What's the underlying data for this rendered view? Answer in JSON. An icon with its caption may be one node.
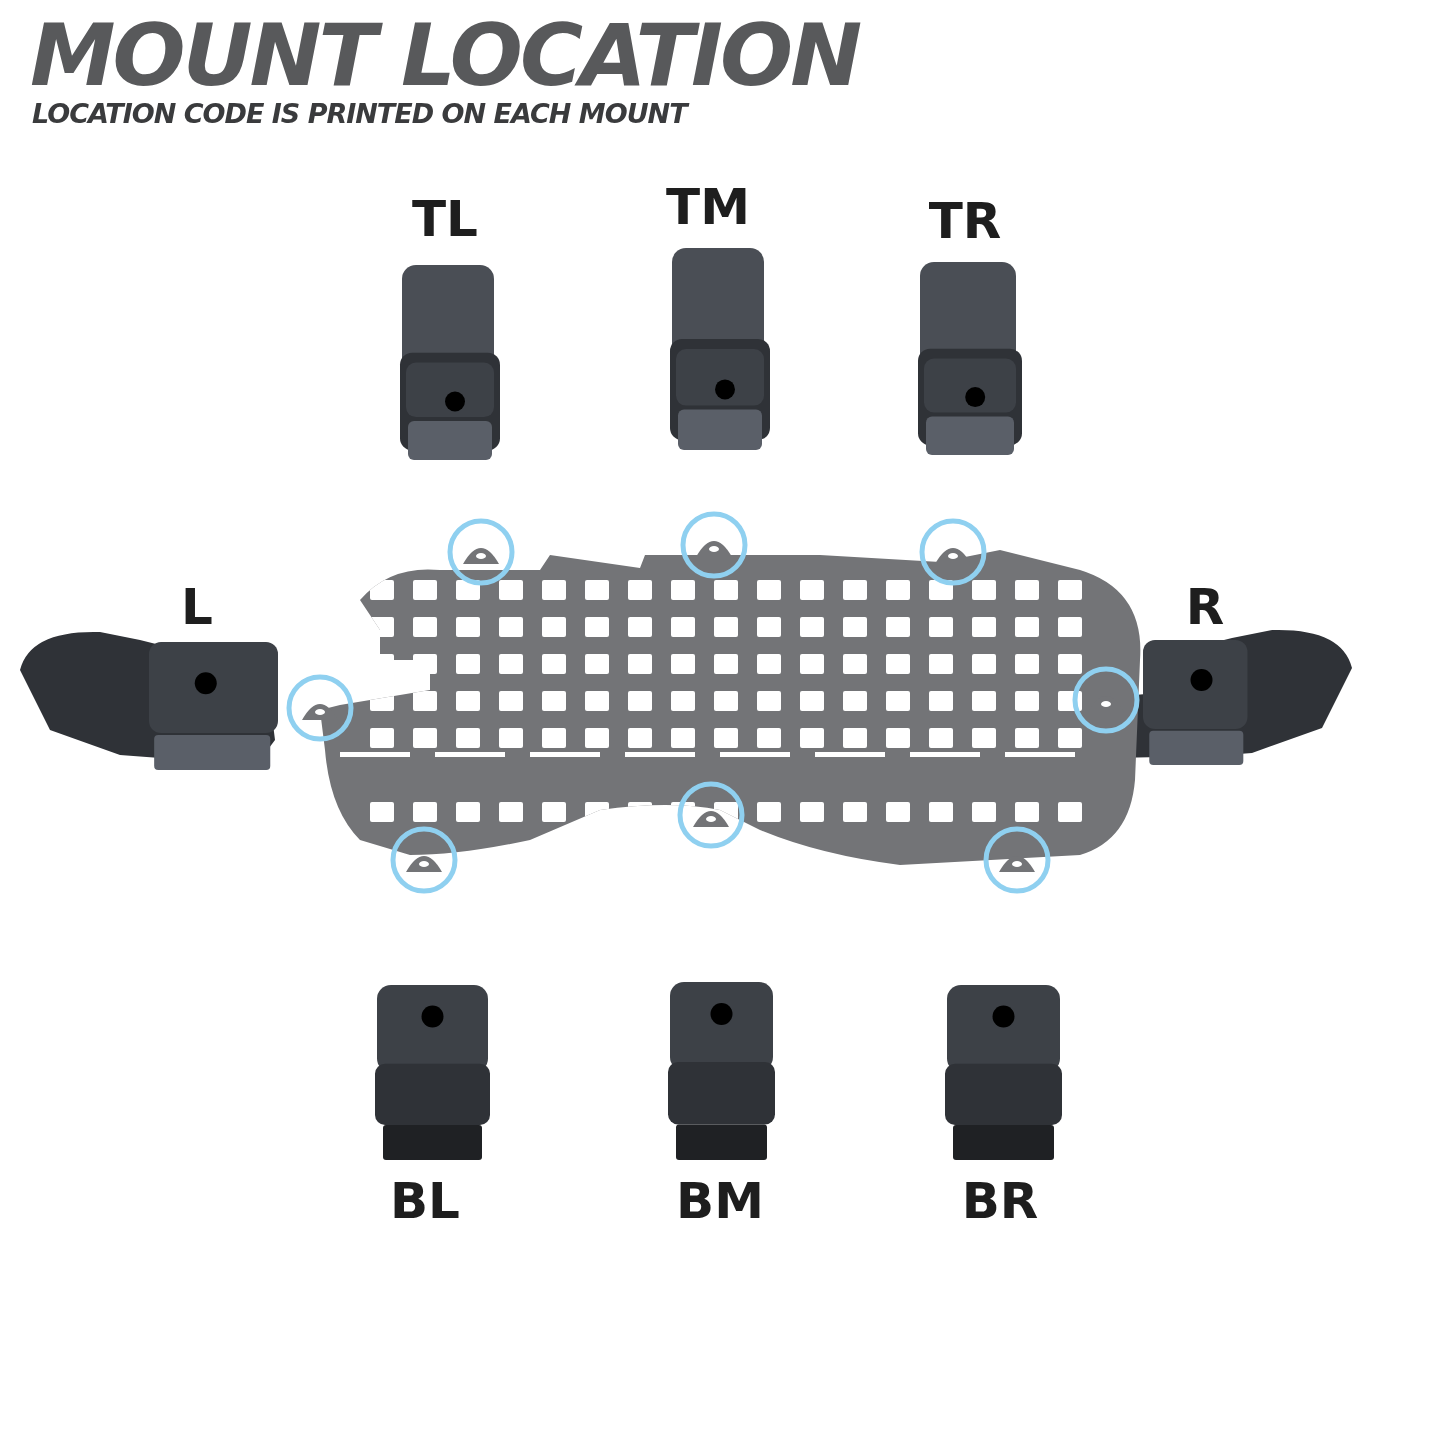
{
  "diagram": {
    "title": "MOUNT LOCATION",
    "nodes": [
      {
        "text": [
          "TL"
        ]
      },
      {
        "text": [
          "TM"
        ]
      },
      {
        "text": [
          "TR"
        ]
      },
      {
        "text": [
          "L"
        ]
      },
      {
        "text": [
          "R"
        ]
      },
      {
        "text": [
          "BL"
        ]
      },
      {
        "text": [
          "BM"
        ]
      },
      {
        "text": [
          "BR"
        ]
      },
      {
        "text": [],
        "shape": "picture"
      }
    ],
    "edges": [],
    "labels": [
      "LOCATION CODE IS PRINTED ON EACH MOUNT"
    ]
  }
}
